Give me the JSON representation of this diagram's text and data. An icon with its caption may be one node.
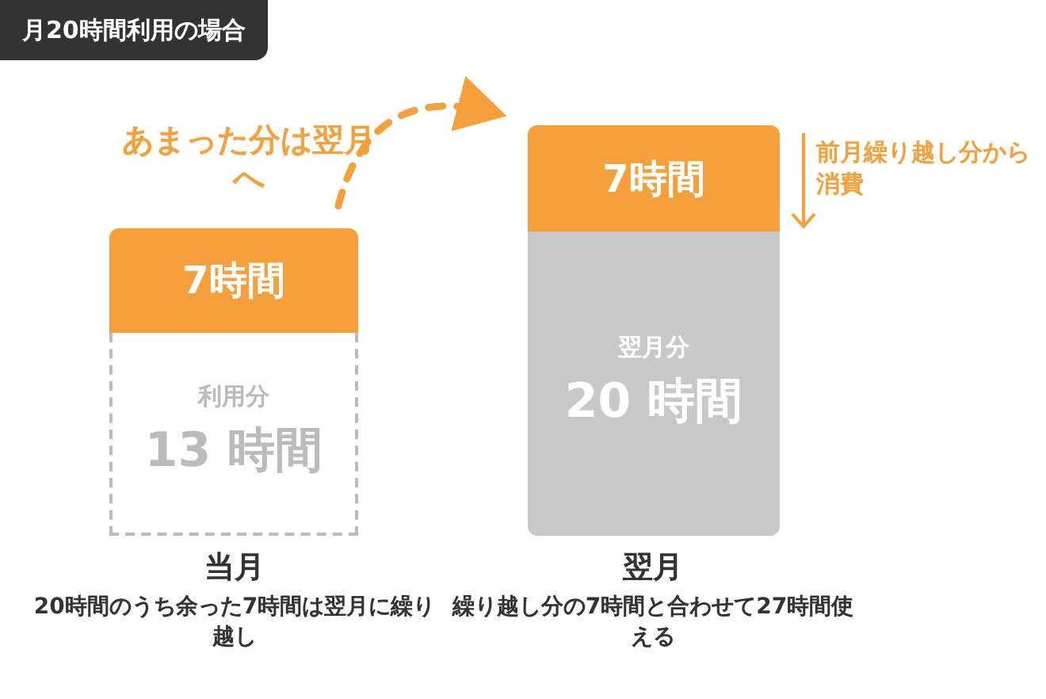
{
  "diagram": {
    "title": "月20時間利用の場合",
    "nodes": [
      {
        "text": [
          "7時間"
        ]
      },
      {
        "text": [
          "利用分",
          "13 時間"
        ]
      },
      {
        "text": [
          "7時間"
        ]
      },
      {
        "text": [
          "翌月分",
          "20 時間"
        ]
      }
    ],
    "edges": [
      {
        "from": 0,
        "to": 2,
        "arrow": "to",
        "label": "あまった分は翌月へ",
        "style": "dashed"
      }
    ],
    "labels": [
      "前月繰り越し分から消費",
      "当月",
      "20時間のうち余った7時間は翌月に繰り越し",
      "翌月",
      "繰り越し分の7時間と合わせて27時間使える"
    ]
  }
}
